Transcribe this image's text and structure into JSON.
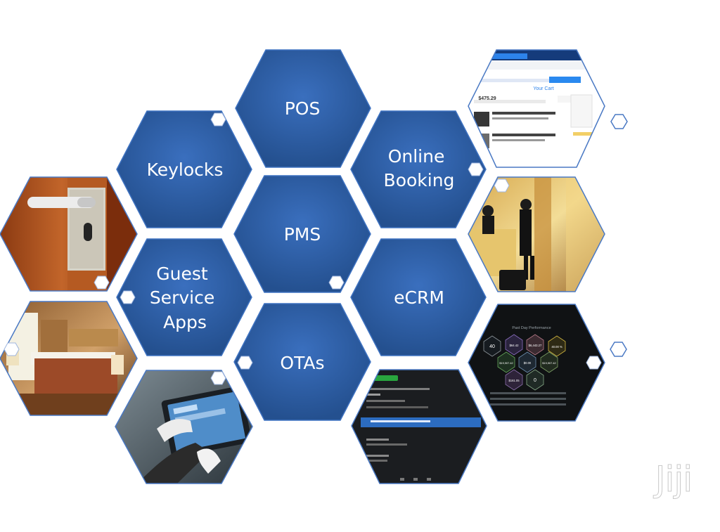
{
  "colors": {
    "hex_fill": "#2e5ea8",
    "hex_fill_dark": "#234c8d",
    "hex_stroke": "#3f73c2",
    "photo_stroke": "#4a79c4",
    "accent": "#1e6fe0"
  },
  "hexes": [
    {
      "id": "pos",
      "lines": [
        "POS"
      ]
    },
    {
      "id": "keylocks",
      "lines": [
        "Keylocks"
      ]
    },
    {
      "id": "online-booking",
      "lines": [
        "Online",
        "Booking"
      ]
    },
    {
      "id": "pms",
      "lines": [
        "PMS"
      ]
    },
    {
      "id": "guest-service-apps",
      "lines": [
        "Guest",
        "Service",
        "Apps"
      ]
    },
    {
      "id": "ecrm",
      "lines": [
        "eCRM"
      ]
    },
    {
      "id": "otas",
      "lines": [
        "OTAs"
      ]
    }
  ],
  "photos": [
    {
      "id": "door-keylock",
      "icon": "door-handle-photo"
    },
    {
      "id": "hotel-room",
      "icon": "hotel-bed-photo"
    },
    {
      "id": "tablet-hands",
      "icon": "tablet-photo"
    },
    {
      "id": "online-cart",
      "icon": "booking-website-screenshot"
    },
    {
      "id": "front-desk",
      "icon": "reception-photo"
    },
    {
      "id": "performance-dashboard",
      "icon": "dashboard-screenshot"
    },
    {
      "id": "mobile-app",
      "icon": "app-screenshot"
    }
  ],
  "screenshots": {
    "cart": {
      "title": "Your Cart",
      "amount": "$475.29"
    },
    "dashboard": {
      "title": "Past Day Performance",
      "tiles": [
        "40",
        "$64.42",
        "$6,443.27",
        "40.00 %",
        "$19,907.42",
        "$0.00",
        "$19,907.42",
        "$161.05",
        "0"
      ]
    }
  },
  "watermark": "Jiji"
}
